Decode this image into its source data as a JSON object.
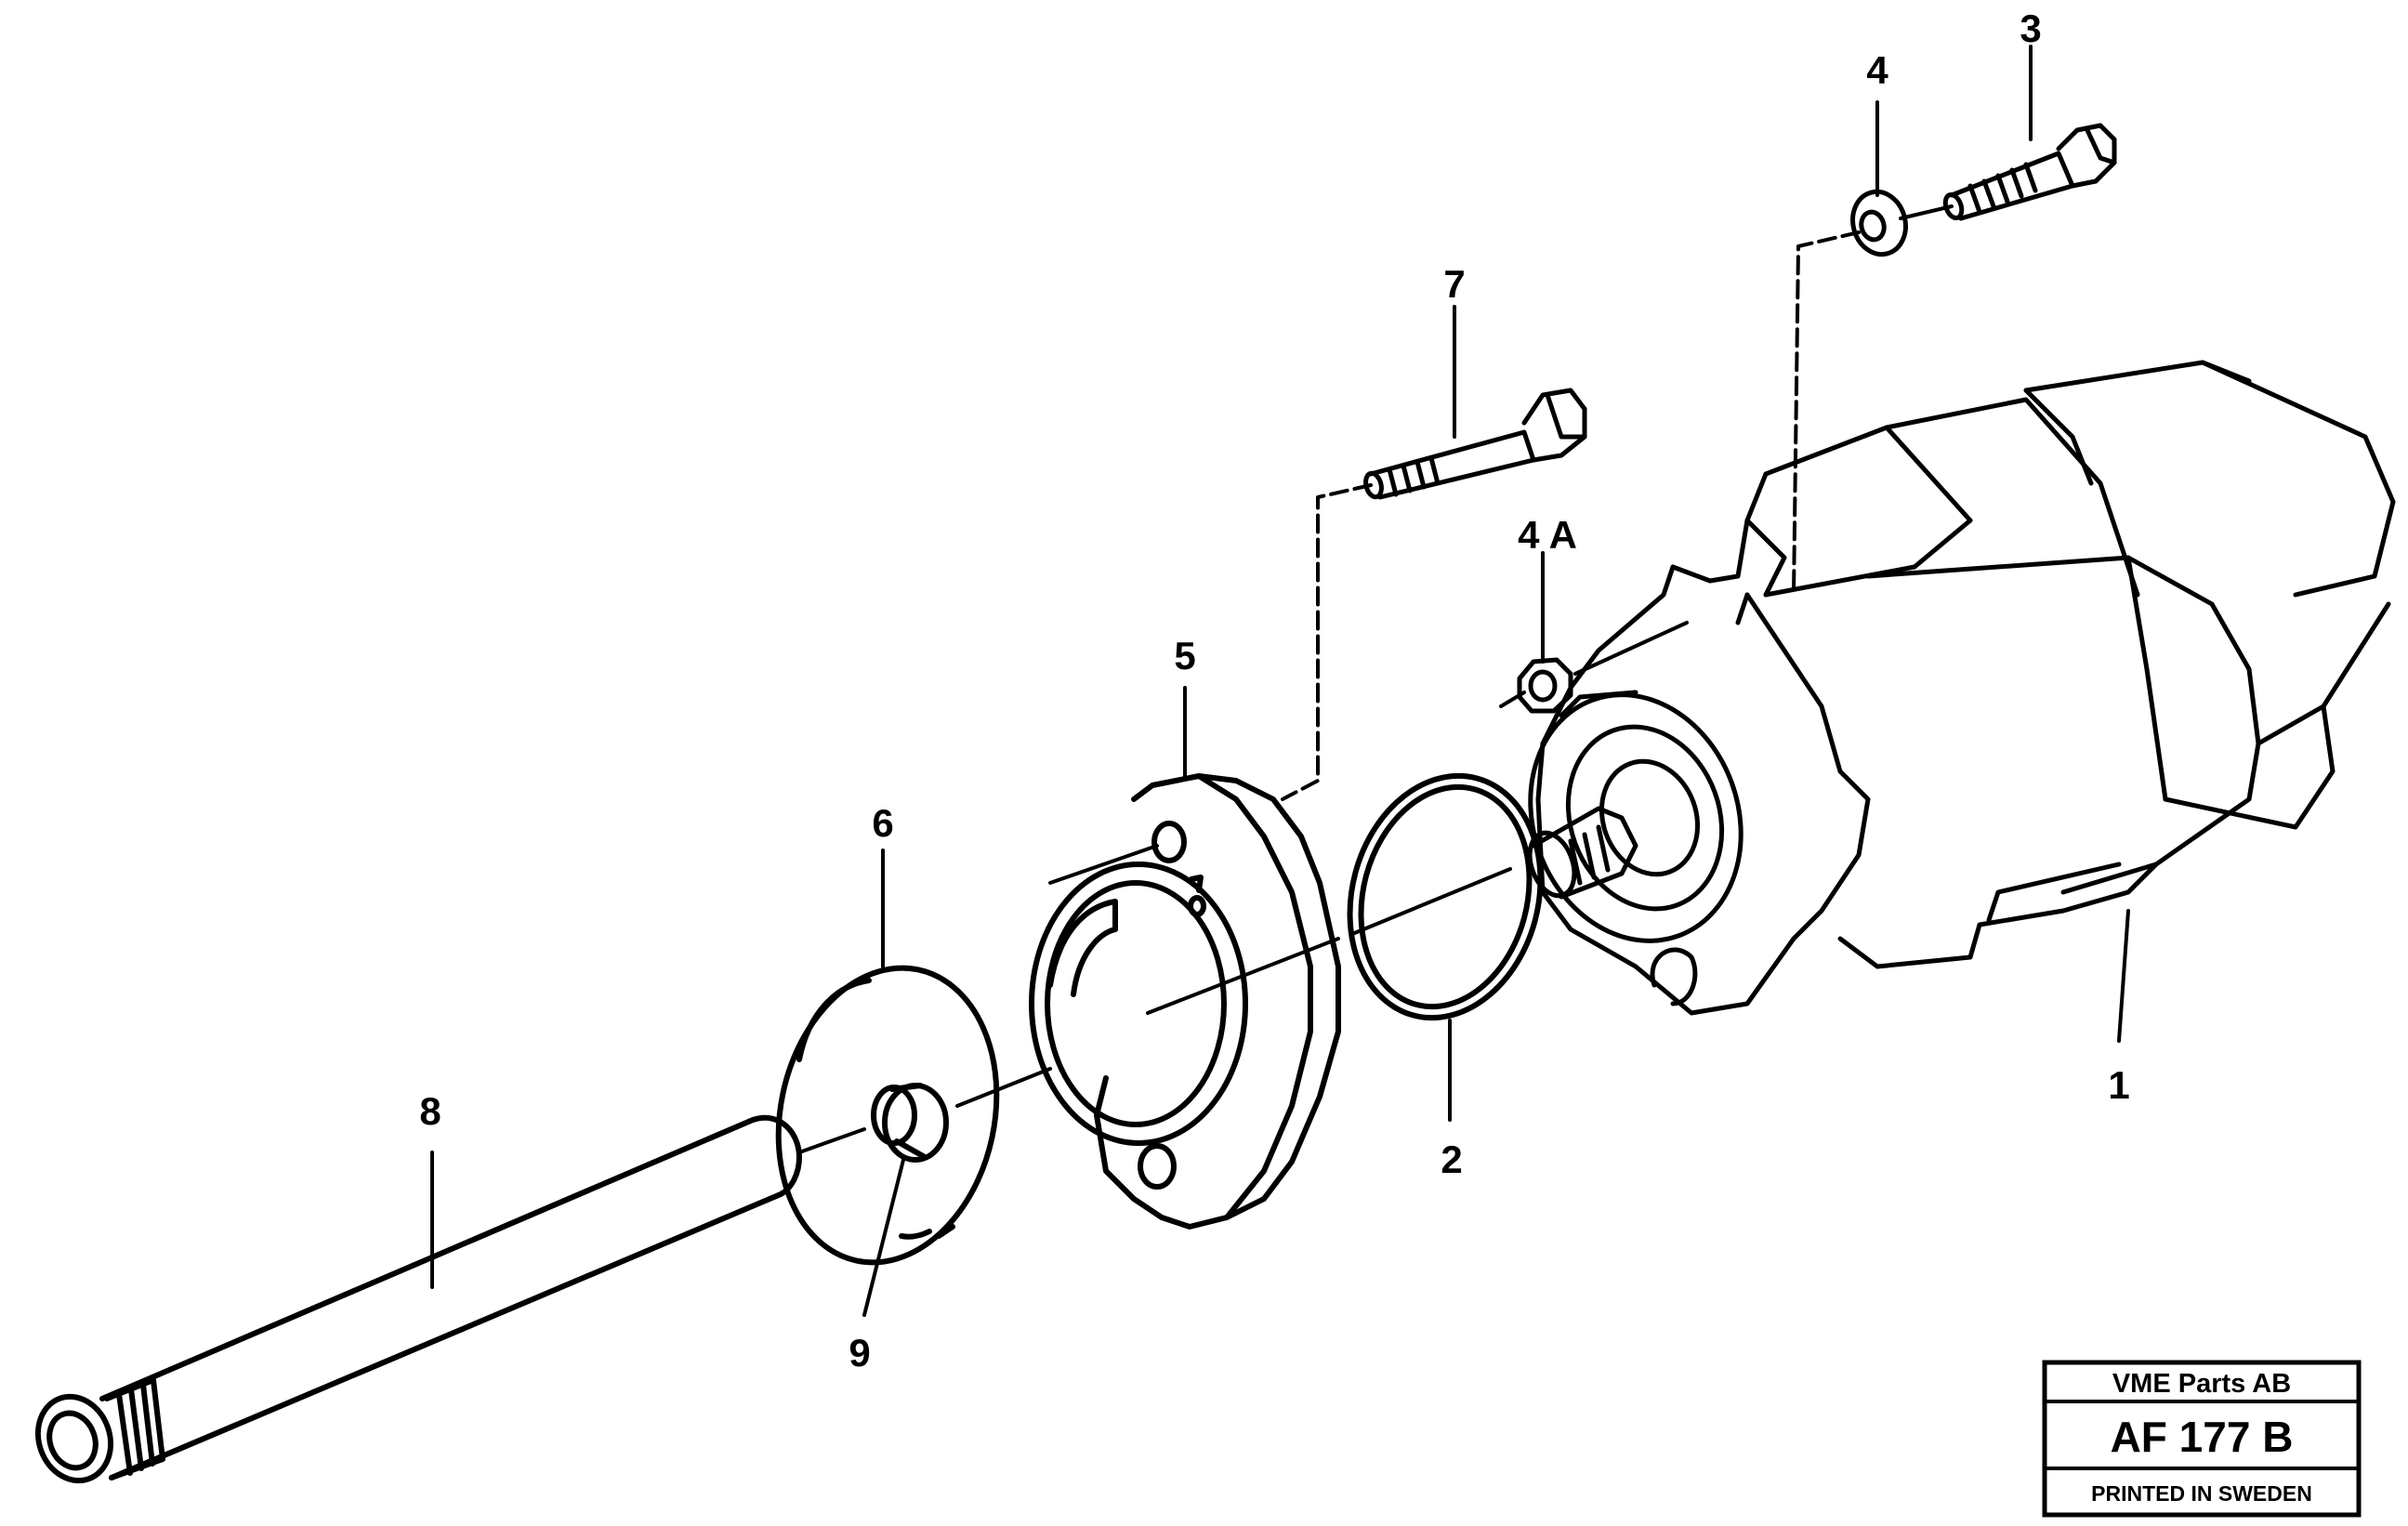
{
  "callouts": {
    "c1": "1",
    "c2": "2",
    "c3": "3",
    "c4": "4",
    "c4a": "4 A",
    "c5": "5",
    "c6": "6",
    "c7": "7",
    "c8": "8",
    "c9": "9"
  },
  "title_block": {
    "company": "VME Parts AB",
    "code": "AF  177 B",
    "footer": "PRINTED IN SWEDEN"
  }
}
